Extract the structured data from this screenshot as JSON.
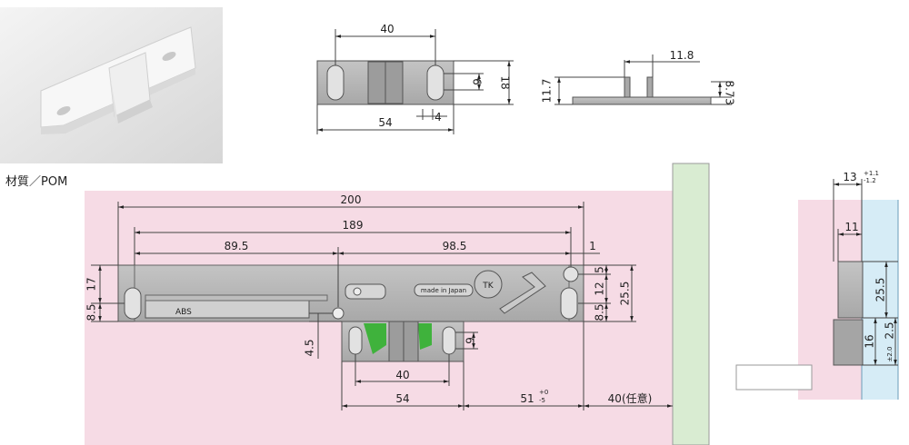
{
  "material_label": "材質／POM",
  "top_view": {
    "d_40": "40",
    "d_6": "6",
    "d_18": "18",
    "d_4": "4",
    "d_54": "54"
  },
  "side_view": {
    "d_11_8": "11.8",
    "d_11_7": "11.7",
    "d_8_7": "8.7",
    "d_3": "3"
  },
  "main_view": {
    "d_200": "200",
    "d_189": "189",
    "d_89_5": "89.5",
    "d_98_5": "98.5",
    "d_1": "1",
    "d_17": "17",
    "d_8_5_left": "8.5",
    "d_5": "5",
    "d_12": "12",
    "d_25_5": "25.5",
    "d_8_5_right": "8.5",
    "d_4_5": "4.5",
    "d_6": "6",
    "d_40": "40",
    "d_54": "54",
    "d_51": "51",
    "d_51_tol_upper": "+0",
    "d_51_tol_lower": "-5",
    "d_40_opt": "40(任意)",
    "abs_mark": "ABS",
    "made_in_japan": "made in Japan",
    "logo_text": "TK"
  },
  "right_view": {
    "d_13": "13",
    "d_13_tol_upper": "+1.1",
    "d_13_tol_lower": "-1.2",
    "d_11": "11",
    "d_25_5": "25.5",
    "d_16": "16",
    "d_2_5": "2.5",
    "d_2_5_tol": "±2.0"
  },
  "colors": {
    "pink_area": "#f6dbe5",
    "green_door": "#d9ecd2",
    "blue_glass": "#d6ecf6",
    "part_gray": "#b3b3b3",
    "accent_green": "#3fb23c"
  }
}
